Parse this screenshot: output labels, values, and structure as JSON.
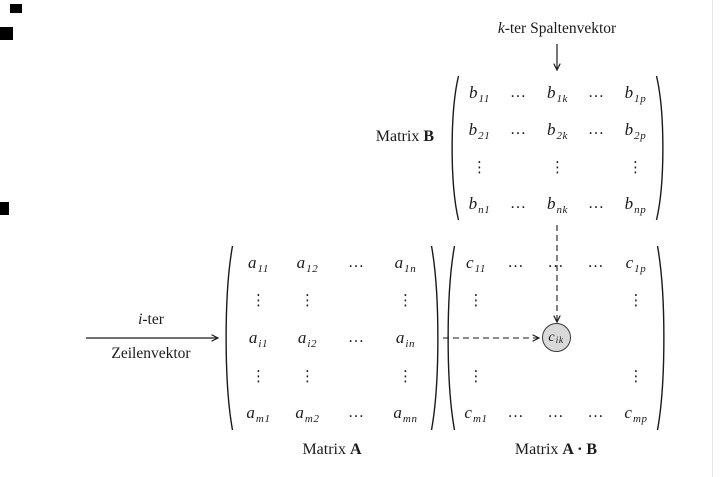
{
  "colors": {
    "ink": "#1a1a1a",
    "circle_fill": "#d9d9d9",
    "circle_border": "#3a3a3a"
  },
  "annotations": {
    "column_vector": {
      "var": "k",
      "rest": "-ter Spaltenvektor"
    },
    "row_vector": {
      "var": "i",
      "rest": "-ter",
      "line2": "Zeilenvektor"
    }
  },
  "matrix_b": {
    "label": {
      "prefix": "Matrix ",
      "bold": "B"
    },
    "rows": [
      [
        {
          "v": "b",
          "s": "11"
        },
        {
          "d": "h"
        },
        {
          "v": "b",
          "s": "1k"
        },
        {
          "d": "h"
        },
        {
          "v": "b",
          "s": "1p"
        }
      ],
      [
        {
          "v": "b",
          "s": "21"
        },
        {
          "d": "h"
        },
        {
          "v": "b",
          "s": "2k"
        },
        {
          "d": "h"
        },
        {
          "v": "b",
          "s": "2p"
        }
      ],
      [
        {
          "d": "v"
        },
        {},
        {
          "d": "v"
        },
        {},
        {
          "d": "v"
        }
      ],
      [
        {
          "v": "b",
          "s": "n1"
        },
        {
          "d": "h"
        },
        {
          "v": "b",
          "s": "nk"
        },
        {
          "d": "h"
        },
        {
          "v": "b",
          "s": "np"
        }
      ]
    ]
  },
  "matrix_a": {
    "caption": {
      "prefix": "Matrix ",
      "bold": "A"
    },
    "rows": [
      [
        {
          "v": "a",
          "s": "11"
        },
        {
          "v": "a",
          "s": "12"
        },
        {
          "d": "h"
        },
        {
          "v": "a",
          "s": "1n"
        }
      ],
      [
        {
          "d": "v"
        },
        {
          "d": "v"
        },
        {},
        {
          "d": "v"
        }
      ],
      [
        {
          "v": "a",
          "s": "i1"
        },
        {
          "v": "a",
          "s": "i2"
        },
        {
          "d": "h"
        },
        {
          "v": "a",
          "s": "in"
        }
      ],
      [
        {
          "d": "v"
        },
        {
          "d": "v"
        },
        {},
        {
          "d": "v"
        }
      ],
      [
        {
          "v": "a",
          "s": "m1"
        },
        {
          "v": "a",
          "s": "m2"
        },
        {
          "d": "h"
        },
        {
          "v": "a",
          "s": "mn"
        }
      ]
    ]
  },
  "matrix_product": {
    "caption": {
      "prefix": "Matrix ",
      "bold": "A · B"
    },
    "rows": [
      [
        {
          "v": "c",
          "s": "11"
        },
        {
          "d": "h"
        },
        {
          "d": "h"
        },
        {
          "d": "h"
        },
        {
          "v": "c",
          "s": "1p"
        }
      ],
      [
        {
          "d": "v"
        },
        {},
        {},
        {},
        {
          "d": "v"
        }
      ],
      [
        {},
        {},
        {
          "v": "c",
          "s": "ik",
          "circle": true
        },
        {},
        {}
      ],
      [
        {
          "d": "v"
        },
        {},
        {},
        {},
        {
          "d": "v"
        }
      ],
      [
        {
          "v": "c",
          "s": "m1"
        },
        {
          "d": "h"
        },
        {
          "d": "h"
        },
        {
          "d": "h"
        },
        {
          "v": "c",
          "s": "mp"
        }
      ]
    ]
  }
}
